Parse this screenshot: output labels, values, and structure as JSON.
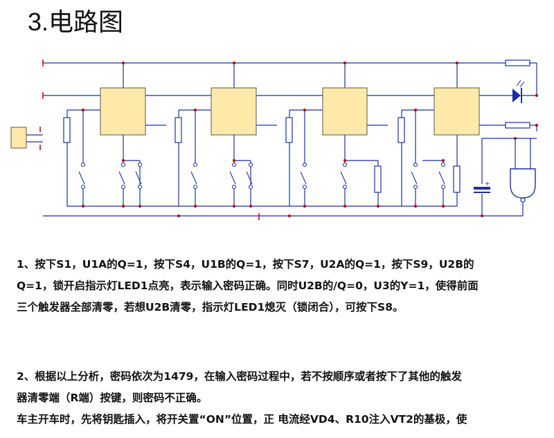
{
  "section": {
    "number": "3.",
    "title": "电路图"
  },
  "paragraph1": [
    "1、按下S1，U1A的Q=1，按下S4，U1B的Q=1，按下S7，U2A的Q=1，按下S9，U2B的",
    "Q=1，锁开启指示灯LED1点亮，表示输入密码正确。同时U2B的/Q=0，U3的Y=1，使得前面",
    "三个触发器全部清零，若想U2B清零，指示灯LED1熄灭（锁闭合），可按下S8。"
  ],
  "paragraph2": [
    "2、根据以上分析，密码依次为1479，在输入密码过程中，若不按顺序或者按下了其他的触发",
    "器清零端（R端）按键，则密码不正确。",
    "车主开车时，先将钥匙插入，将开关置“ON”位置，正 电流经VD4、R10注入VT2的基极，使"
  ],
  "colors": {
    "wire": "#1a2fa8",
    "chip_fill": "#ffe9a8",
    "chip_stroke": "#555555",
    "junction": "#b00000",
    "terminal": "#c00000",
    "led": "#1a2fa8"
  }
}
